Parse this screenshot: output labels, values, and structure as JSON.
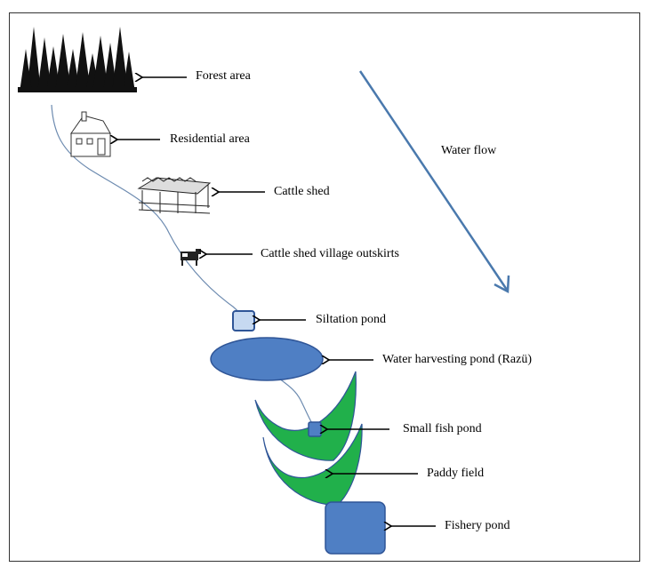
{
  "labels": {
    "forest": "Forest area",
    "residential": "Residential area",
    "cattle_shed": "Cattle shed",
    "cattle_outskirts": "Cattle shed village outskirts",
    "siltation_pond": "Siltation pond",
    "harvesting_pond": "Water harvesting pond (Razü)",
    "small_fish_pond": "Small fish pond",
    "paddy_field": "Paddy field",
    "fishery_pond": "Fishery pond",
    "water_flow": "Water flow"
  },
  "colors": {
    "pond_blue": "#4f7fc4",
    "pond_light": "#c6d9f1",
    "pond_stroke": "#2f5597",
    "paddy_green": "#21b04b",
    "paddy_stroke": "#2f5597",
    "flow_arrow": "#4a79ad",
    "stream_line": "#6d8bb0",
    "tree": "#111111"
  },
  "icons": {
    "forest": "pine-trees-icon",
    "residential": "house-icon",
    "cattle_shed": "cattle-shed-icon",
    "cattle_outskirts": "cow-icon"
  }
}
